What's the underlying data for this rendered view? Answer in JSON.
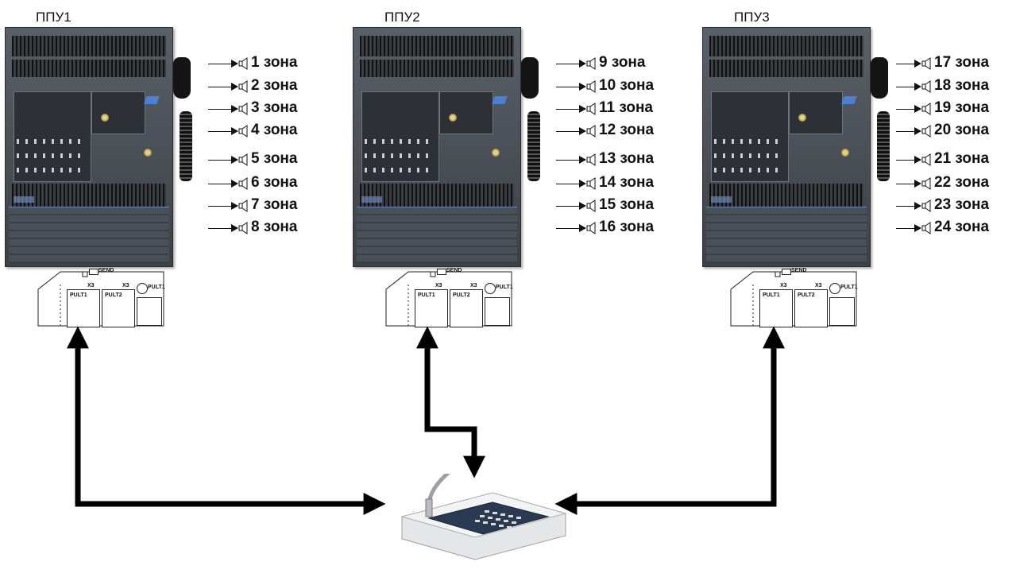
{
  "units": [
    {
      "label": "ППУ1",
      "zones": [
        "1 зона",
        "2 зона",
        "3 зона",
        "4 зона",
        "5 зона",
        "6 зона",
        "7 зона",
        "8 зона"
      ]
    },
    {
      "label": "ППУ2",
      "zones": [
        "9 зона",
        "10 зона",
        "11 зона",
        "12 зона",
        "13 зона",
        "14 зона",
        "15 зона",
        "16 зона"
      ]
    },
    {
      "label": "ППУ3",
      "zones": [
        "17 зона",
        "18 зона",
        "19 зона",
        "20 зона",
        "21 зона",
        "22 зона",
        "23 зона",
        "24 зона"
      ]
    }
  ],
  "connector": {
    "send": "SEND",
    "pult1": "PULT1",
    "pult2": "PULT2",
    "x_label": "X3",
    "key_label": "PULT1"
  },
  "colors": {
    "cabinet": "#474c52",
    "accent": "#6d87b4",
    "arrow": "#000000"
  }
}
